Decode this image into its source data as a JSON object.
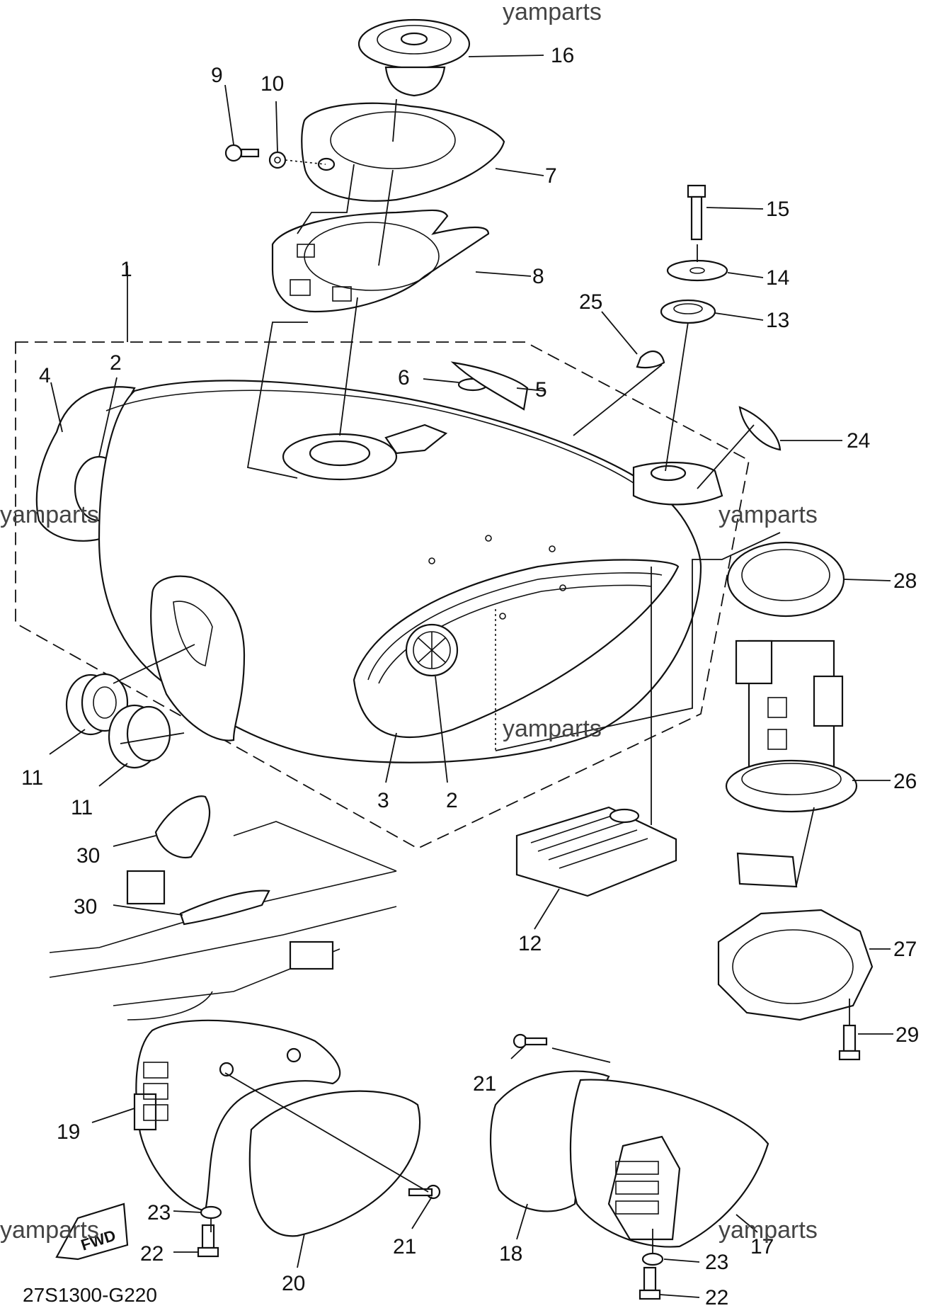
{
  "diagram_code": "27S1300-G220",
  "watermarks": [
    "yamparts",
    "yamparts",
    "yamparts",
    "yamparts",
    "yamparts",
    "yamparts"
  ],
  "fwd_label": "FWD",
  "callouts": [
    "16",
    "9",
    "10",
    "7",
    "8",
    "1",
    "15",
    "14",
    "13",
    "25",
    "2",
    "4",
    "6",
    "5",
    "24",
    "28",
    "11",
    "11",
    "3",
    "2",
    "26",
    "30",
    "30",
    "12",
    "27",
    "29",
    "21",
    "19",
    "23",
    "22",
    "20",
    "21",
    "18",
    "17",
    "23",
    "22"
  ]
}
